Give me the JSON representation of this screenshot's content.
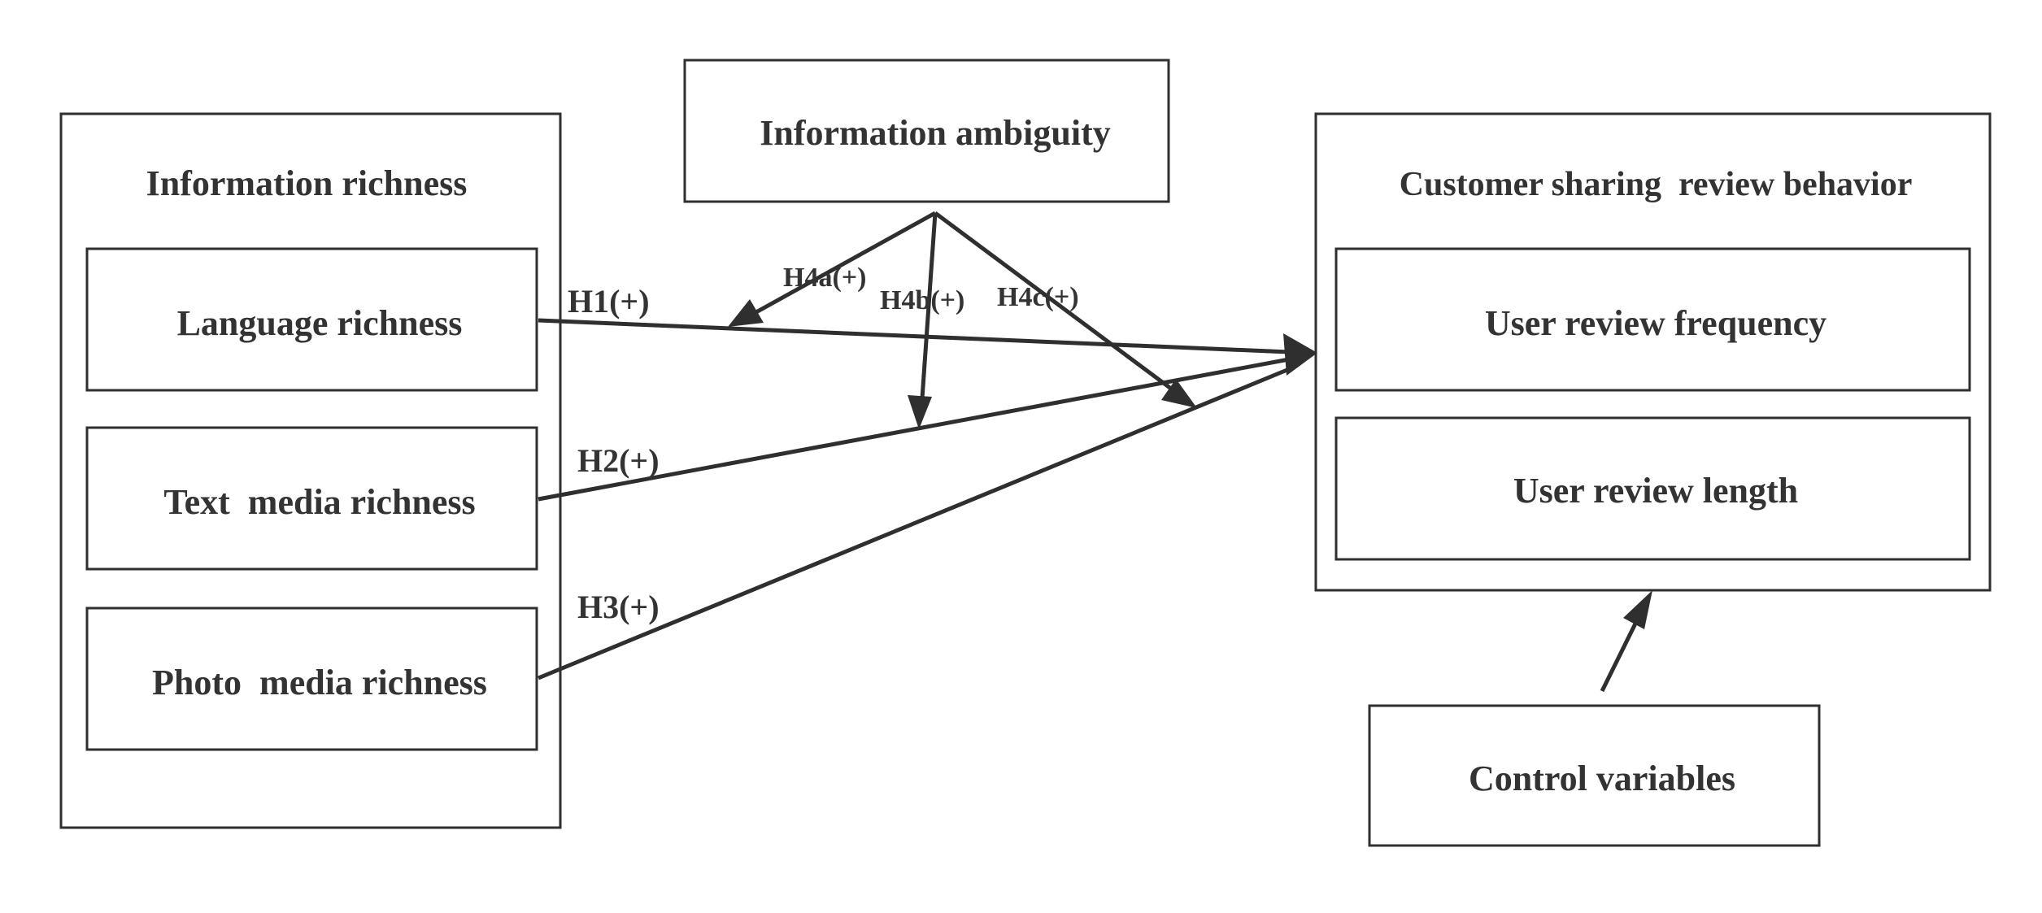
{
  "information_richness": {
    "title": "Information richness",
    "items": [
      "Language richness",
      "Text  media richness",
      "Photo  media richness"
    ]
  },
  "information_ambiguity": {
    "title": "Information ambiguity"
  },
  "customer_behavior": {
    "title": "Customer sharing  review behavior",
    "items": [
      "User review frequency",
      "User review length"
    ]
  },
  "control_variables": {
    "title": "Control variables"
  },
  "hypotheses": {
    "h1": "H1(+)",
    "h2": "H2(+)",
    "h3": "H3(+)",
    "h4a": "H4a(+)",
    "h4b": "H4b(+)",
    "h4c": "H4c(+)"
  },
  "colors": {
    "stroke": "#2f2f2f",
    "text": "#333333",
    "background": "#ffffff"
  }
}
